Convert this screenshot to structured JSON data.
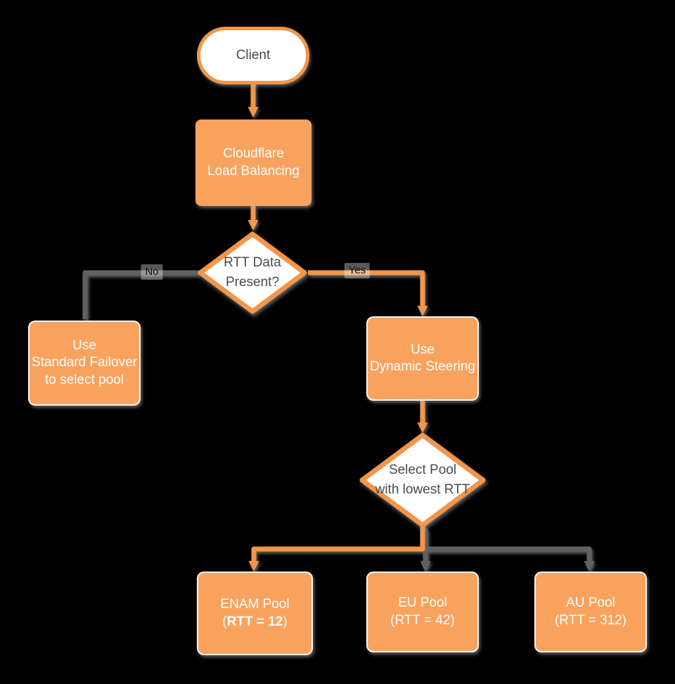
{
  "diagram": {
    "title": "Cloudflare Load Balancing flowchart",
    "colors": {
      "node_fill": "#F9A25E",
      "node_border": "#F2964B",
      "line_orange": "#F2964B",
      "line_gray": "#616161",
      "text_dark": "#4A4A4A",
      "text_light": "#FFFFFF"
    },
    "nodes": {
      "client": {
        "label": "Client"
      },
      "load_balancer": {
        "line1": "Cloudflare",
        "line2": "Load Balancing"
      },
      "rtt_decision": {
        "line1": "RTT Data",
        "line2": "Present?"
      },
      "standard_failover": {
        "line1": "Use",
        "line2": "Standard Failover",
        "line3": "to select pool"
      },
      "dynamic_steering": {
        "line1": "Use",
        "line2": "Dynamic Steering"
      },
      "select_pool": {
        "line1": "Select Pool",
        "line2": "with lowest RTT"
      },
      "enam_pool": {
        "line1": "ENAM Pool",
        "open_paren": "(",
        "rtt_bold": "RTT = 12",
        "close_paren": ")"
      },
      "eu_pool": {
        "line1": "EU Pool",
        "line2": "(RTT = 42)"
      },
      "au_pool": {
        "line1": "AU Pool",
        "line2": "(RTT = 312)"
      }
    },
    "edge_labels": {
      "no": "No",
      "yes": "Yes"
    }
  }
}
